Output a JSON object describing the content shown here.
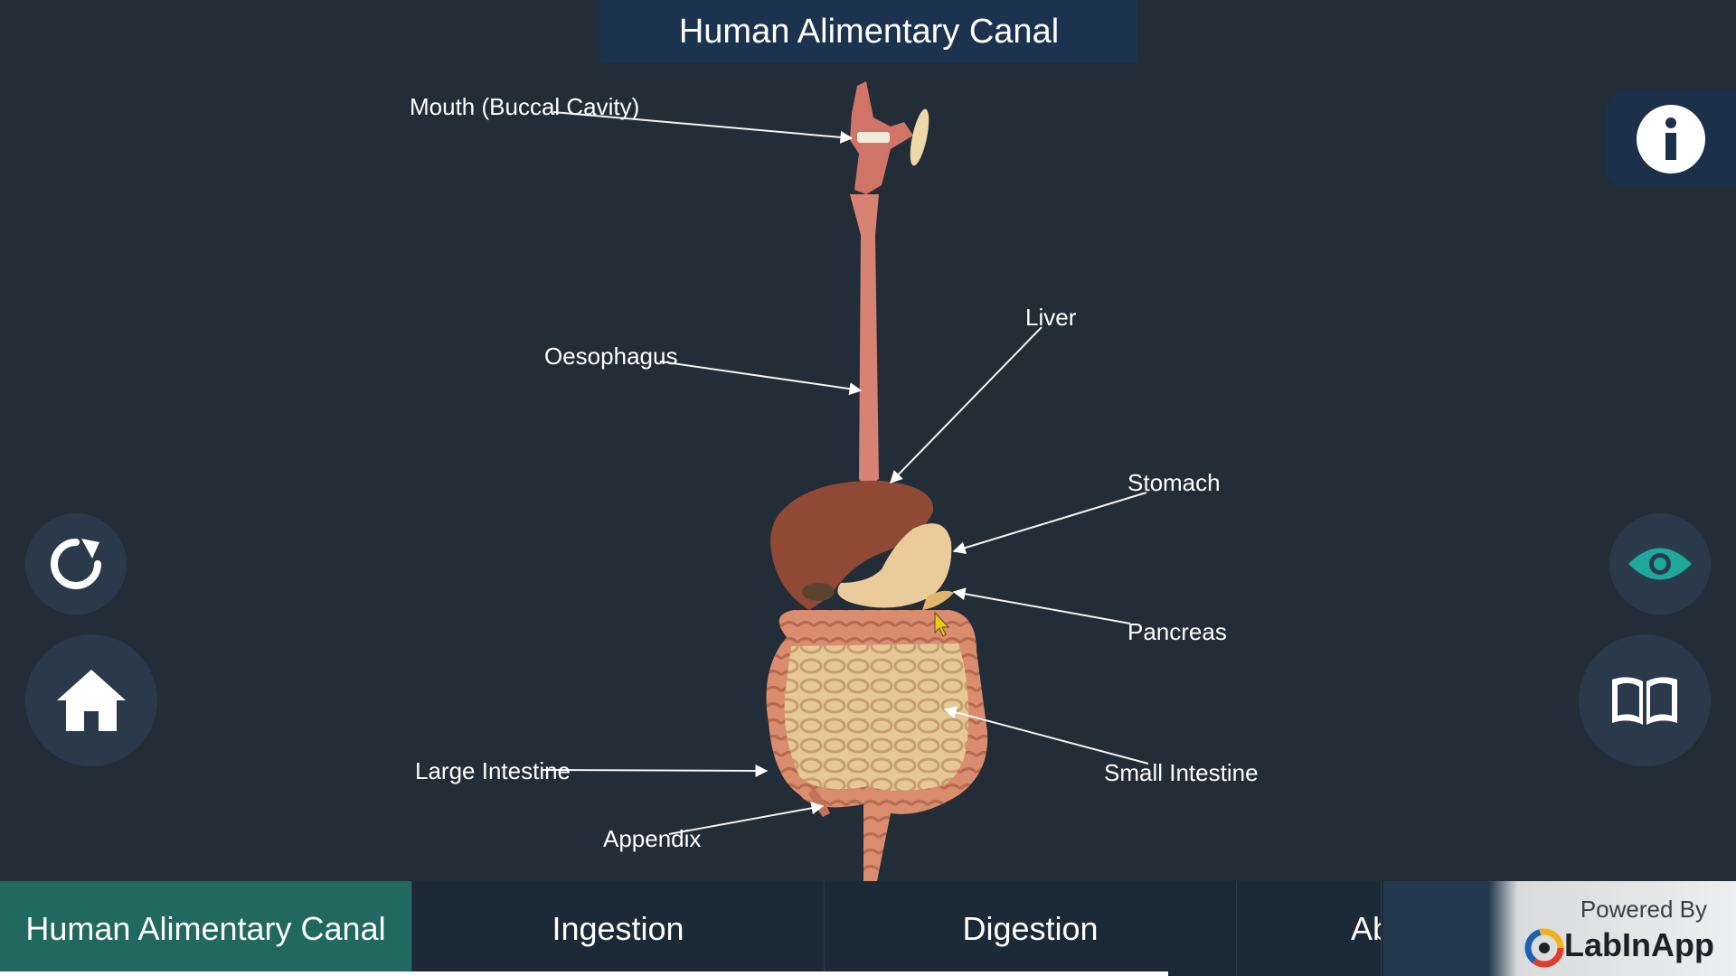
{
  "header": {
    "title": "Human Alimentary Canal"
  },
  "diagram": {
    "labels": {
      "mouth": "Mouth (Buccal Cavity)",
      "oesophagus": "Oesophagus",
      "liver": "Liver",
      "stomach": "Stomach",
      "pancreas": "Pancreas",
      "small_intestine": "Small Intestine",
      "large_intestine": "Large Intestine",
      "appendix": "Appendix"
    }
  },
  "controls": {
    "left": [
      {
        "icon": "refresh-icon"
      },
      {
        "icon": "home-icon"
      }
    ],
    "right": [
      {
        "icon": "info-icon"
      },
      {
        "icon": "eye-icon"
      },
      {
        "icon": "book-icon"
      }
    ]
  },
  "tabs": [
    {
      "label": "Human Alimentary Canal",
      "active": true
    },
    {
      "label": "Ingestion",
      "active": false
    },
    {
      "label": "Digestion",
      "active": false
    },
    {
      "label": "Ab",
      "active": false
    }
  ],
  "branding": {
    "powered_by": "Powered By",
    "name": "LabInApp"
  },
  "colors": {
    "background": "#222d38",
    "accent": "#21685e",
    "eye": "#1fa99a"
  }
}
